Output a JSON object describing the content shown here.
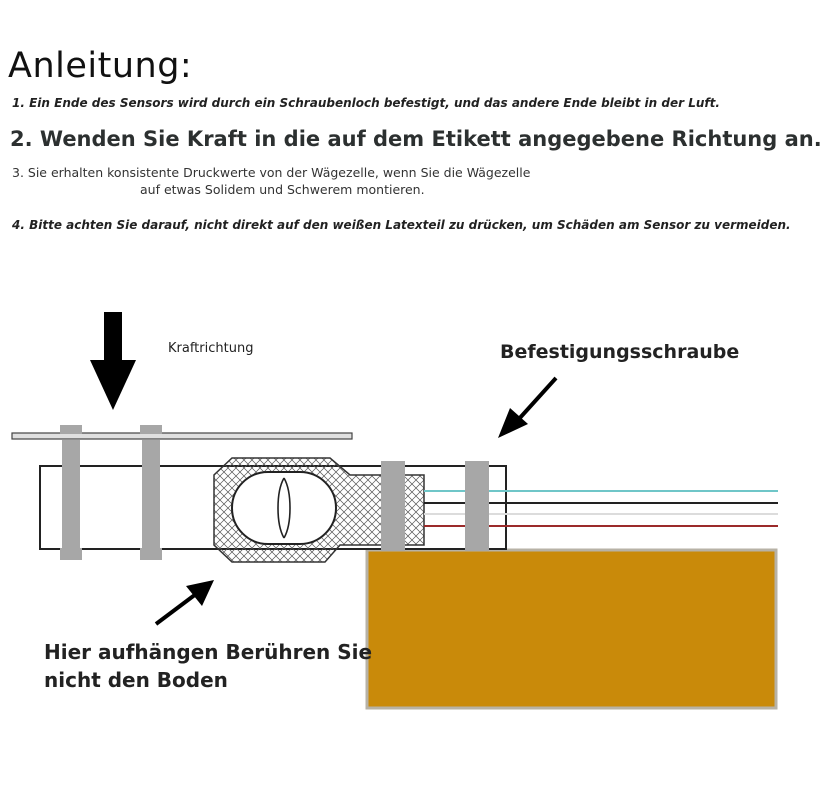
{
  "instructions": {
    "title": "Anleitung:",
    "step1": "1. Ein Ende des Sensors wird durch ein Schraubenloch befestigt, und das andere Ende bleibt in der Luft.",
    "step2": "2. Wenden Sie Kraft in die auf dem Etikett angegebene Richtung an.",
    "step3_line1": "3. Sie erhalten konsistente Druckwerte von der Wägezelle, wenn Sie die Wägezelle",
    "step3_line2": "auf etwas Solidem und Schwerem montieren.",
    "step4": "4. Bitte achten Sie darauf, nicht direkt auf den weißen Latexteil zu drücken, um Schäden am Sensor zu vermeiden."
  },
  "diagram": {
    "force_label": "Kraftrichtung",
    "screw_label": "Befestigungsschraube",
    "hang_label": "Hier aufhängen Berühren Sie nicht den Boden",
    "colors": {
      "base_block": "#c98a0a",
      "base_border": "#b7b2a6",
      "screw": "#a7a7a7",
      "wire_blue": "#6fc6c8",
      "wire_black": "#222222",
      "wire_white": "#dcdcdc",
      "wire_red": "#9b2a2a",
      "arrow": "#000000"
    }
  }
}
